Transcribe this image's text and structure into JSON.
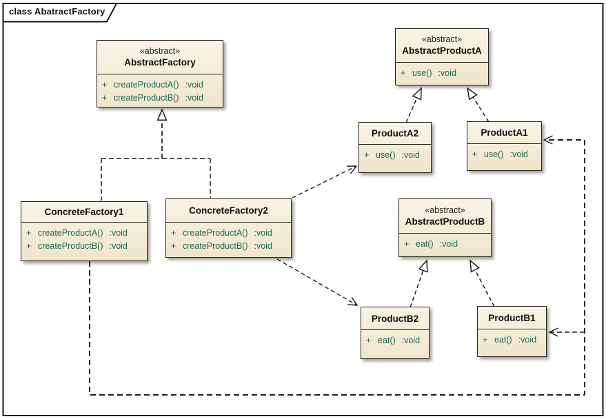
{
  "frame": {
    "label": "class AbatractFactory"
  },
  "colors": {
    "box_fill": "#f3ecd6",
    "box_border": "#26241b",
    "method_text": "#1e6a58",
    "connector": "#1c1b13",
    "background": "#ffffff"
  },
  "boxes": {
    "abstract_factory": {
      "stereotype": "«abstract»",
      "name": "AbstractFactory",
      "methods": [
        {
          "vis": "+",
          "sig": "createProductA()",
          "ret": ":void"
        },
        {
          "vis": "+",
          "sig": "createProductB()",
          "ret": ":void"
        }
      ]
    },
    "concrete_factory1": {
      "name": "ConcreteFactory1",
      "methods": [
        {
          "vis": "+",
          "sig": "createProductA()",
          "ret": ":void"
        },
        {
          "vis": "+",
          "sig": "createProductB()",
          "ret": ":void"
        }
      ]
    },
    "concrete_factory2": {
      "name": "ConcreteFactory2",
      "methods": [
        {
          "vis": "+",
          "sig": "createProductA()",
          "ret": ":void"
        },
        {
          "vis": "+",
          "sig": "createProductB()",
          "ret": ":void"
        }
      ]
    },
    "abstract_product_a": {
      "stereotype": "«abstract»",
      "name": "AbstractProductA",
      "methods": [
        {
          "vis": "+",
          "sig": "use()",
          "ret": ":void"
        }
      ]
    },
    "product_a2": {
      "name": "ProductA2",
      "methods": [
        {
          "vis": "+",
          "sig": "use()",
          "ret": ":void"
        }
      ]
    },
    "product_a1": {
      "name": "ProductA1",
      "methods": [
        {
          "vis": "+",
          "sig": "use()",
          "ret": ":void"
        }
      ]
    },
    "abstract_product_b": {
      "stereotype": "«abstract»",
      "name": "AbstractProductB",
      "methods": [
        {
          "vis": "+",
          "sig": "eat()",
          "ret": ":void"
        }
      ]
    },
    "product_b2": {
      "name": "ProductB2",
      "methods": [
        {
          "vis": "+",
          "sig": "eat()",
          "ret": ":void"
        }
      ]
    },
    "product_b1": {
      "name": "ProductB1",
      "methods": [
        {
          "vis": "+",
          "sig": "eat()",
          "ret": ":void"
        }
      ]
    }
  },
  "relationships": [
    {
      "type": "realization",
      "from": "ConcreteFactory1",
      "to": "AbstractFactory"
    },
    {
      "type": "realization",
      "from": "ConcreteFactory2",
      "to": "AbstractFactory"
    },
    {
      "type": "realization",
      "from": "ProductA2",
      "to": "AbstractProductA"
    },
    {
      "type": "realization",
      "from": "ProductA1",
      "to": "AbstractProductA"
    },
    {
      "type": "realization",
      "from": "ProductB2",
      "to": "AbstractProductB"
    },
    {
      "type": "realization",
      "from": "ProductB1",
      "to": "AbstractProductB"
    },
    {
      "type": "dependency",
      "from": "ConcreteFactory2",
      "to": "ProductA2"
    },
    {
      "type": "dependency",
      "from": "ConcreteFactory2",
      "to": "ProductB2"
    },
    {
      "type": "dependency",
      "from": "ConcreteFactory1",
      "to": "ProductA1"
    },
    {
      "type": "dependency",
      "from": "ConcreteFactory1",
      "to": "ProductB1"
    }
  ]
}
